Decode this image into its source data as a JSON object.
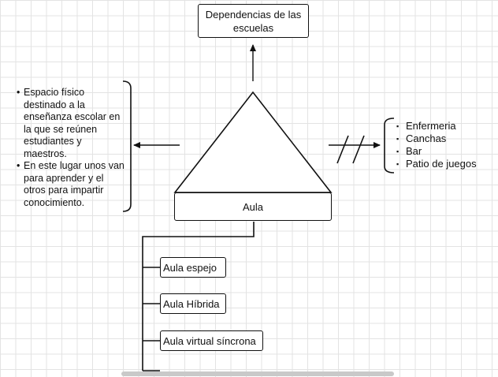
{
  "nodes": {
    "top": "Dependencias de las escuelas",
    "center": "Aula",
    "children": [
      "Aula espejo",
      "Aula Híbrida",
      "Aula virtual síncrona"
    ]
  },
  "left_notes": [
    "Espacio físico destinado a la enseñanza escolar en la que se reúnen estudiantes y maestros.",
    "En este lugar unos van para aprender y el otros para impartir conocimiento."
  ],
  "right_list": [
    "Enfermeria",
    "Canchas",
    "Bar",
    "Patio de juegos"
  ],
  "colors": {
    "stroke": "#111111",
    "grid": "#e3e3e3",
    "scrollbar": "#c9c9c9"
  }
}
